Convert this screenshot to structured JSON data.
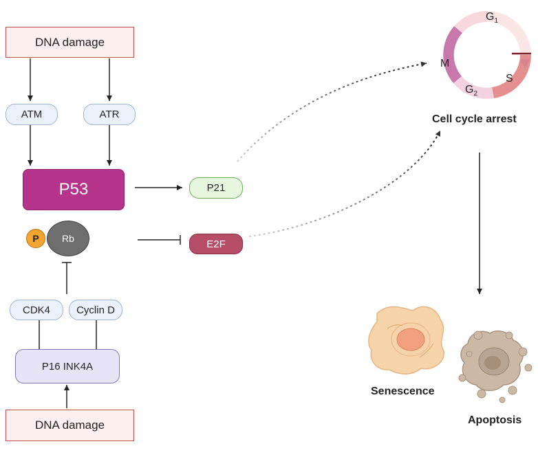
{
  "nodes": {
    "dna_damage_top": "DNA damage",
    "atm": "ATM",
    "atr": "ATR",
    "p53": "P53",
    "p21": "P21",
    "p": "P",
    "rb": "Rb",
    "e2f": "E2F",
    "cdk4": "CDK4",
    "cyclin_d": "Cyclin D",
    "p16": "P16 INK4A",
    "dna_damage_bottom": "DNA damage"
  },
  "cell_cycle": {
    "g1": "G",
    "g1_sub": "1",
    "s": "S",
    "g2": "G",
    "g2_sub": "2",
    "m": "M"
  },
  "labels": {
    "cell_cycle_arrest": "Cell cycle arrest",
    "senescence": "Senescence",
    "apoptosis": "Apoptosis"
  },
  "colors": {
    "p53": "#b5338a",
    "p21": "#e6f6df",
    "e2f": "#b64e67",
    "p16": "#e7e4f8",
    "rb": "#6e6e6e",
    "phospho": "#f2a531",
    "dna_damage_border": "#c0504d",
    "senescent_cell": "#f6d3a8",
    "apoptotic_cell": "#cbb9a6"
  }
}
